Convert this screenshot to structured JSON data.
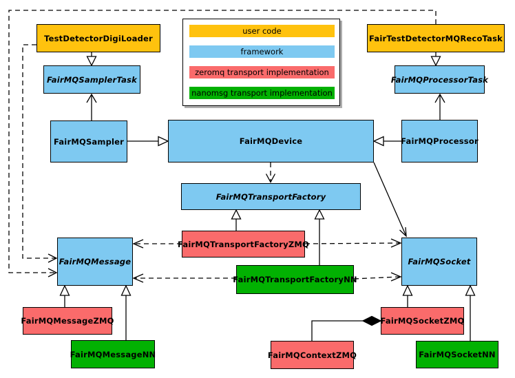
{
  "legend": {
    "items": [
      {
        "label": "user code",
        "color": "#FFC20E"
      },
      {
        "label": "framework",
        "color": "#7EC9F1"
      },
      {
        "label": "zeromq transport implementation",
        "color": "#FA6B6B"
      },
      {
        "label": "nanomsg transport implementation",
        "color": "#02B102"
      }
    ]
  },
  "nodes": {
    "testDetectorDigiLoader": {
      "label": "TestDetectorDigiLoader"
    },
    "fairTestDetectorMQRecoTask": {
      "label": "FairTestDetectorMQRecoTask"
    },
    "fairMQSamplerTask": {
      "label": "FairMQSamplerTask"
    },
    "fairMQProcessorTask": {
      "label": "FairMQProcessorTask"
    },
    "fairMQSampler": {
      "label": "FairMQSampler"
    },
    "fairMQDevice": {
      "label": "FairMQDevice"
    },
    "fairMQProcessor": {
      "label": "FairMQProcessor"
    },
    "fairMQTransportFactory": {
      "label": "FairMQTransportFactory"
    },
    "fairMQTransportFactoryZMQ": {
      "label": "FairMQTransportFactoryZMQ"
    },
    "fairMQTransportFactoryNN": {
      "label": "FairMQTransportFactoryNN"
    },
    "fairMQMessage": {
      "label": "FairMQMessage"
    },
    "fairMQSocket": {
      "label": "FairMQSocket"
    },
    "fairMQMessageZMQ": {
      "label": "FairMQMessageZMQ"
    },
    "fairMQMessageNN": {
      "label": "FairMQMessageNN"
    },
    "fairMQSocketZMQ": {
      "label": "FairMQSocketZMQ"
    },
    "fairMQSocketNN": {
      "label": "FairMQSocketNN"
    },
    "fairMQContextZMQ": {
      "label": "FairMQContextZMQ"
    }
  },
  "colors": {
    "user_code": "#FFC20E",
    "framework": "#7EC9F1",
    "zeromq_impl": "#FA6B6B",
    "nanomsg_impl": "#02B102",
    "edge": "#000000",
    "background": "#FFFFFF"
  }
}
